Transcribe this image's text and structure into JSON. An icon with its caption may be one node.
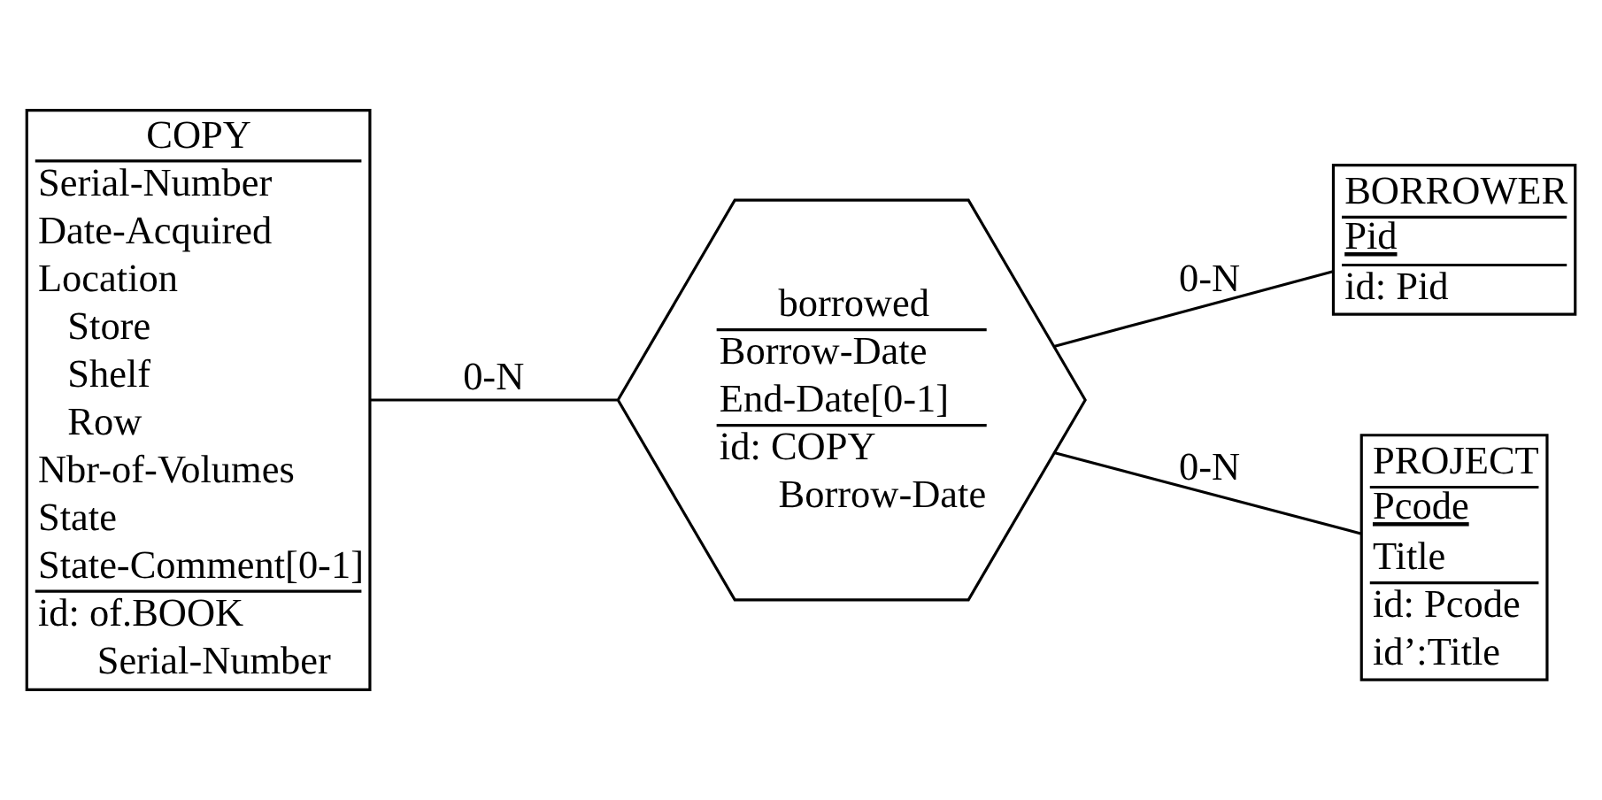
{
  "diagram": {
    "nodes": [
      {
        "text": [
          "COPY",
          "Serial-Number",
          "Date-Acquired",
          "Location",
          "Store",
          "Shelf",
          "Row",
          "Nbr-of-Volumes",
          "State",
          "State-Comment[0-1]",
          "id: of.BOOK",
          "Serial-Number"
        ]
      },
      {
        "text": [
          "borrowed",
          "Borrow-Date",
          "End-Date[0-1]",
          "id: COPY",
          "Borrow-Date"
        ]
      },
      {
        "text": [
          "BORROWER",
          "Pid",
          "id: Pid"
        ]
      },
      {
        "text": [
          "PROJECT",
          "Pcode",
          "Title",
          "id: Pcode",
          "id’:Title"
        ]
      }
    ],
    "edges": [
      {
        "from": 0,
        "to": 1,
        "arrow": "none",
        "label": "0-N"
      },
      {
        "from": 1,
        "to": 2,
        "arrow": "none",
        "label": "0-N"
      },
      {
        "from": 1,
        "to": 3,
        "arrow": "none",
        "label": "0-N"
      }
    ]
  }
}
